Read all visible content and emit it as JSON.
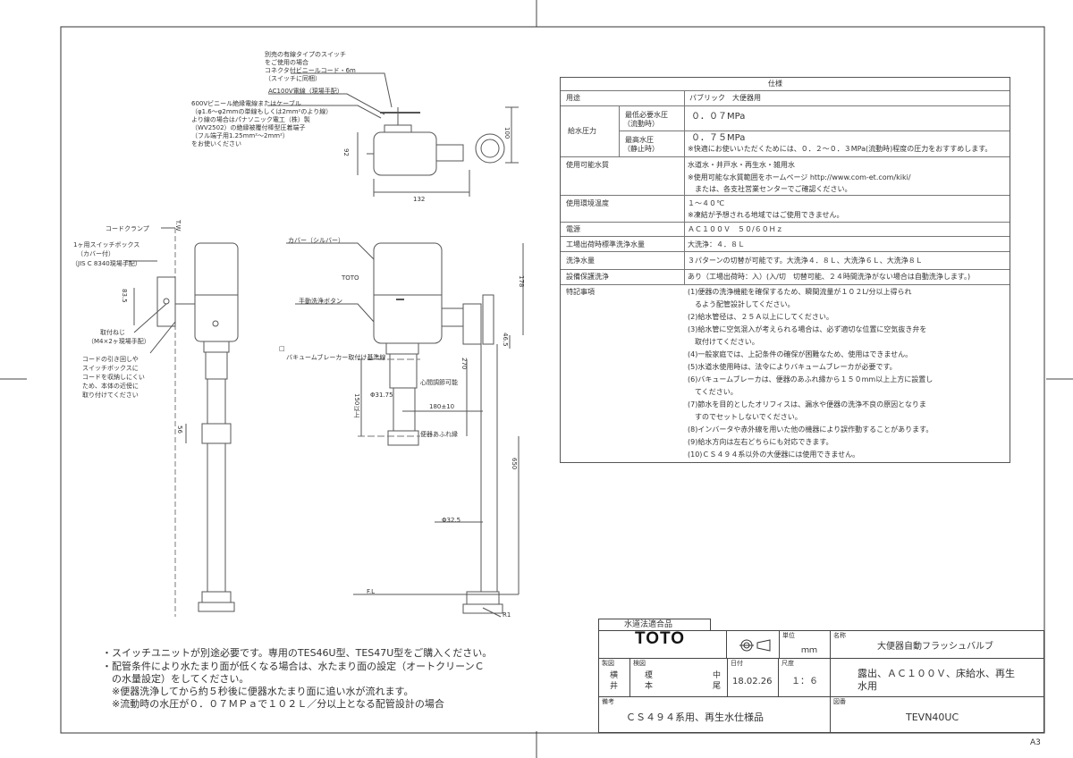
{
  "drawing": {
    "sheet_size": "A3"
  },
  "top_view": {
    "notes": [
      "別売の有線タイプのスイッチ",
      "をご使用の場合",
      "コネクタ付ビニールコード・6m",
      "（スイッチに同梱）"
    ],
    "ac_cable": "AC100V電線（現場手配）",
    "cable_notes": [
      "600Vビニール絶縁電線またはケーブル",
      "（φ1.6～φ2mmの単線もしくは2mm²のより線）",
      "より線の場合はパナソニック電工（株）製",
      "（WV2502）の絶縁被覆付棒型圧着端子",
      "（フル端子用1.25mm²～2mm²）",
      "をお使いください"
    ],
    "dim_height": "92",
    "dim_100": "100",
    "dim_width": "132"
  },
  "side_view": {
    "labels": {
      "code_clamp": "コードクランプ",
      "switch_box_1": "1ヶ用スイッチボックス",
      "switch_box_2": "（カバー付）",
      "switch_box_3": "（JIS C 8340現場手配）",
      "screw_1": "取付ねじ",
      "screw_2": "（M4×2ヶ現場手配）",
      "wall": "T.W",
      "code_note_1": "コードの引き回しや",
      "code_note_2": "スイッチボックスに",
      "code_note_3": "コードを収納しにくい",
      "code_note_4": "ため、本体の近傍に",
      "code_note_5": "取り付けてください"
    },
    "dim_83_5": "83.5",
    "dim_56": "56"
  },
  "front_view": {
    "labels": {
      "cover": "カバー（シルバー）",
      "toto": "TOTO",
      "manual_button": "手動洗浄ボタン",
      "vb_line": "バキュームブレーカー取付け基準線",
      "vb_symbol": "□",
      "center_adjust": "心間調節可能",
      "diameter_31": "Φ31.75",
      "diameter_32": "Φ32.5",
      "overflow": "便器あふれ縁",
      "floor": "F.L",
      "radius": "R1"
    },
    "dim_178": "178",
    "dim_270": "270",
    "dim_150": "150以上",
    "dim_180": "180±10",
    "dim_650": "650",
    "dim_46_5": "46.5"
  },
  "spec_table": {
    "title": "仕様",
    "rows": [
      {
        "label": "用途",
        "value": "パブリック　大便器用"
      },
      {
        "label": "給水圧力",
        "sub": "最低必要水圧",
        "sub2": "（流動時）",
        "value": "０．０７MPa"
      },
      {
        "sub": "最高水圧",
        "sub2": "（静止時）",
        "value": "０．７５MPa",
        "note": "※快適にお使いいただくためには、０．２～０．３MPa(流動時)程度の圧力をおすすめします。"
      },
      {
        "label": "使用可能水質",
        "value": "水道水・井戸水・再生水・雑用水",
        "note": "※使用可能な水質範囲をホームページ http://www.com-et.com/kiki/",
        "note2": "　または、各支社営業センターでご確認ください。"
      },
      {
        "label": "使用環境温度",
        "value": "１～４０℃",
        "note": "※凍結が予想される地域ではご使用できません。"
      },
      {
        "label": "電源",
        "value": "ＡＣ１００Ｖ　５０/６０Ｈｚ"
      },
      {
        "label": "工場出荷時標準洗浄水量",
        "value": "大洗浄：４．８Ｌ"
      },
      {
        "label": "洗浄水量",
        "value": "３パターンの切替が可能です。大洗浄４．８Ｌ、大洗浄６Ｌ、大洗浄８Ｌ"
      },
      {
        "label": "設備保護洗浄",
        "value": "あり（工場出荷時：入）(入/切　切替可能、２４時間洗浄がない場合は自動洗浄します。)"
      },
      {
        "label": "特記事項"
      }
    ],
    "notes": [
      "(1)便器の洗浄機能を確保するため、瞬間流量が１０２L/分以上得られ",
      "　るよう配管設計してください。",
      "(2)給水管径は、２５Ａ以上にしてください。",
      "(3)給水管に空気混入が考えられる場合は、必ず適切な位置に空気抜き弁を",
      "　取付けてください。",
      "(4)一般家庭では、上記条件の確保が困難なため、使用はできません。",
      "(5)水道水使用時は、法令によりバキュームブレーカが必要です。",
      "(6)バキュームブレーカは、便器のあふれ縁から１５０mm以上上方に設置し",
      "　てください。",
      "(7)節水を目的としたオリフィスは、漏水や便器の洗浄不良の原因となりま",
      "　すのでセットしないでください。",
      "(8)インバータや赤外線を用いた他の機器により誤作動することがあります。",
      "(9)給水方向は左右どちらにも対応できます。",
      "(10)ＣＳ４９４系以外の大便器には使用できません。"
    ]
  },
  "bottom_notes": [
    "・スイッチユニットが別途必要です。専用のTES46U型、TES47U型をご購入ください。",
    "・配管条件により水たまり面が低くなる場合は、水たまり面の設定（オートクリーンＣ",
    "　の水量設定）をしてください。",
    "　※便器洗浄してから約５秒後に便器水たまり面に追い水が流れます。",
    "　※流動時の水圧が０．０７ＭＰａで１０２Ｌ／分以上となる配管設計の場合"
  ],
  "title_block": {
    "cert": "水道法適合品",
    "logo": "TOTO",
    "unit_label": "単位",
    "unit": "ｍｍ",
    "name_label": "名称",
    "name": "大便器自動フラッシュバルブ",
    "drawn_label": "製図",
    "drawn_1": "横",
    "drawn_2": "井",
    "checked_label": "検図",
    "checked_1": "榎",
    "checked_2": "本",
    "approved_1": "中",
    "approved_2": "尾",
    "date_label": "日付",
    "date": "18.02.26",
    "scale_label": "尺度",
    "scale": "１：６",
    "desc": "露出、ＡＣ１００Ｖ、床給水、再生",
    "desc2": "水用",
    "remarks_label": "備考",
    "remarks": "ＣＳ４９４系用、再生水仕様品",
    "drawing_no_label": "図番",
    "drawing_no": "TEVN40UC"
  }
}
